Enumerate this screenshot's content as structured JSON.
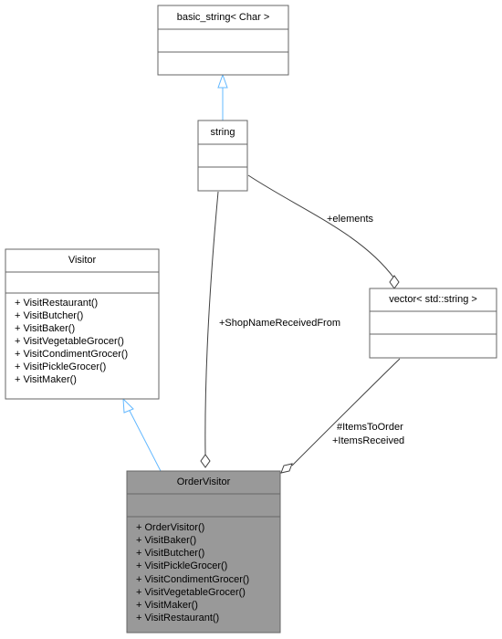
{
  "classes": {
    "basic_string": {
      "title": "basic_string< Char >"
    },
    "string": {
      "title": "string"
    },
    "visitor": {
      "title": "Visitor",
      "methods": [
        "+ VisitRestaurant()",
        "+ VisitButcher()",
        "+ VisitBaker()",
        "+ VisitVegetableGrocer()",
        "+ VisitCondimentGrocer()",
        "+ VisitPickleGrocer()",
        "+ VisitMaker()"
      ]
    },
    "vector": {
      "title": "vector< std::string >"
    },
    "order_visitor": {
      "title": "OrderVisitor",
      "methods": [
        "+ OrderVisitor()",
        "+ VisitBaker()",
        "+ VisitButcher()",
        "+ VisitPickleGrocer()",
        "+ VisitCondimentGrocer()",
        "+ VisitVegetableGrocer()",
        "+ VisitMaker()",
        "+ VisitRestaurant()"
      ]
    }
  },
  "edges": {
    "elements": "+elements",
    "shop_name": "+ShopNameReceivedFrom",
    "items_to_order": "#ItemsToOrder",
    "items_received": "+ItemsReceived"
  },
  "colors": {
    "inheritance": "#63b8ff",
    "association": "#404040",
    "highlight": "#999999"
  }
}
